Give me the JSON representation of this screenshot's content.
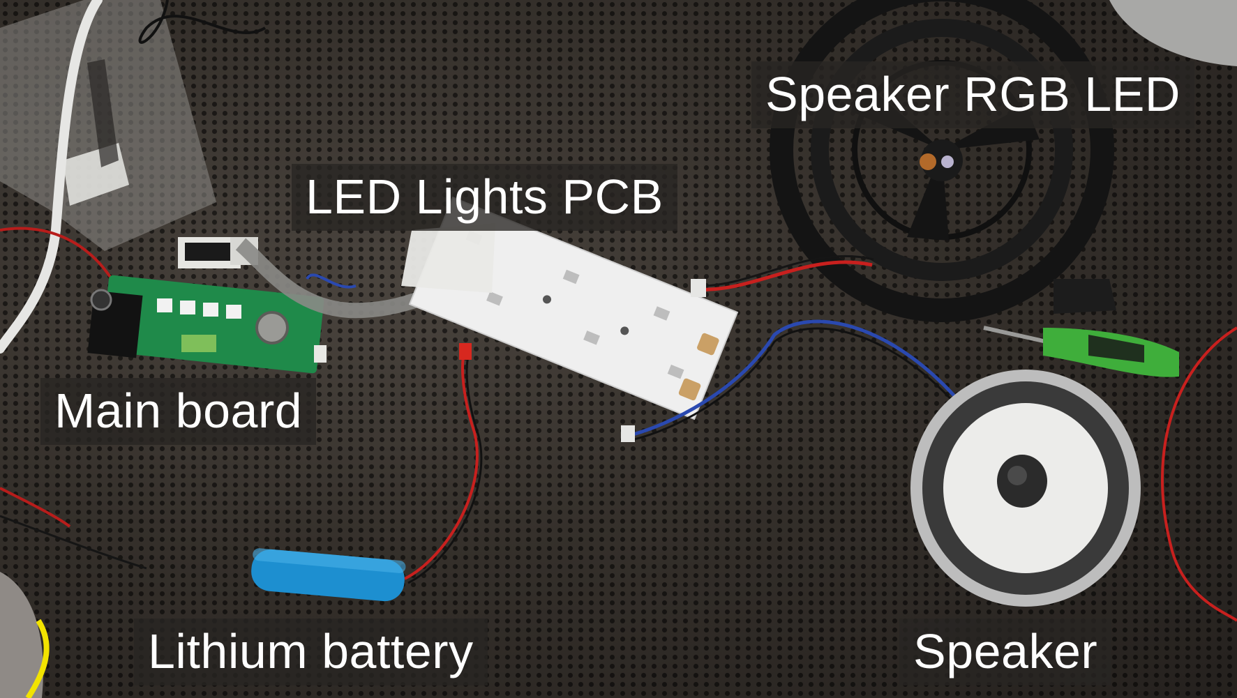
{
  "labels": {
    "speaker_rgb_led": "Speaker RGB LED",
    "led_lights_pcb": "LED Lights PCB",
    "main_board": "Main board",
    "lithium_battery": "Lithium battery",
    "speaker": "Speaker"
  },
  "colors": {
    "mat": "#322e2a",
    "label_bg": "#28252293",
    "label_text": "#ffffff",
    "pcb_green": "#1f8a4a",
    "pcb_white": "#efefef",
    "battery_blue": "#1d8fd0",
    "wire_red": "#c8201e",
    "wire_blue": "#2a49b0",
    "screwdriver_green": "#3fae3b"
  }
}
